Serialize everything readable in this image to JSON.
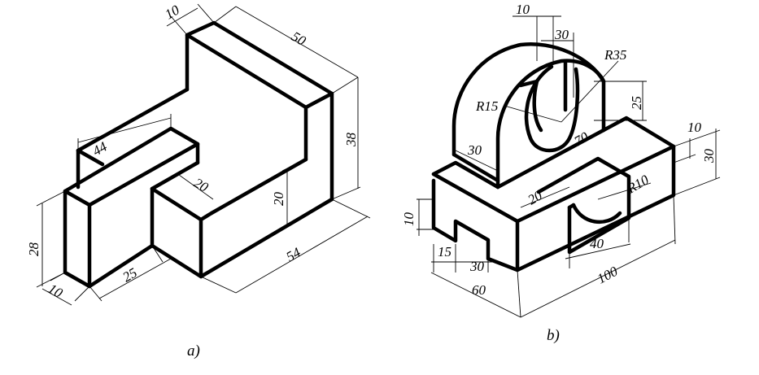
{
  "figures": [
    {
      "id": "a",
      "caption": "a)",
      "dimensions": [
        "10",
        "50",
        "38",
        "44",
        "20",
        "20",
        "28",
        "10",
        "25",
        "54"
      ]
    },
    {
      "id": "b",
      "caption": "b)",
      "dimensions": [
        "10",
        "30",
        "R35",
        "R15",
        "25",
        "30",
        "70",
        "10",
        "30",
        "20",
        "R10",
        "10",
        "15",
        "30",
        "40",
        "60",
        "100"
      ]
    }
  ]
}
